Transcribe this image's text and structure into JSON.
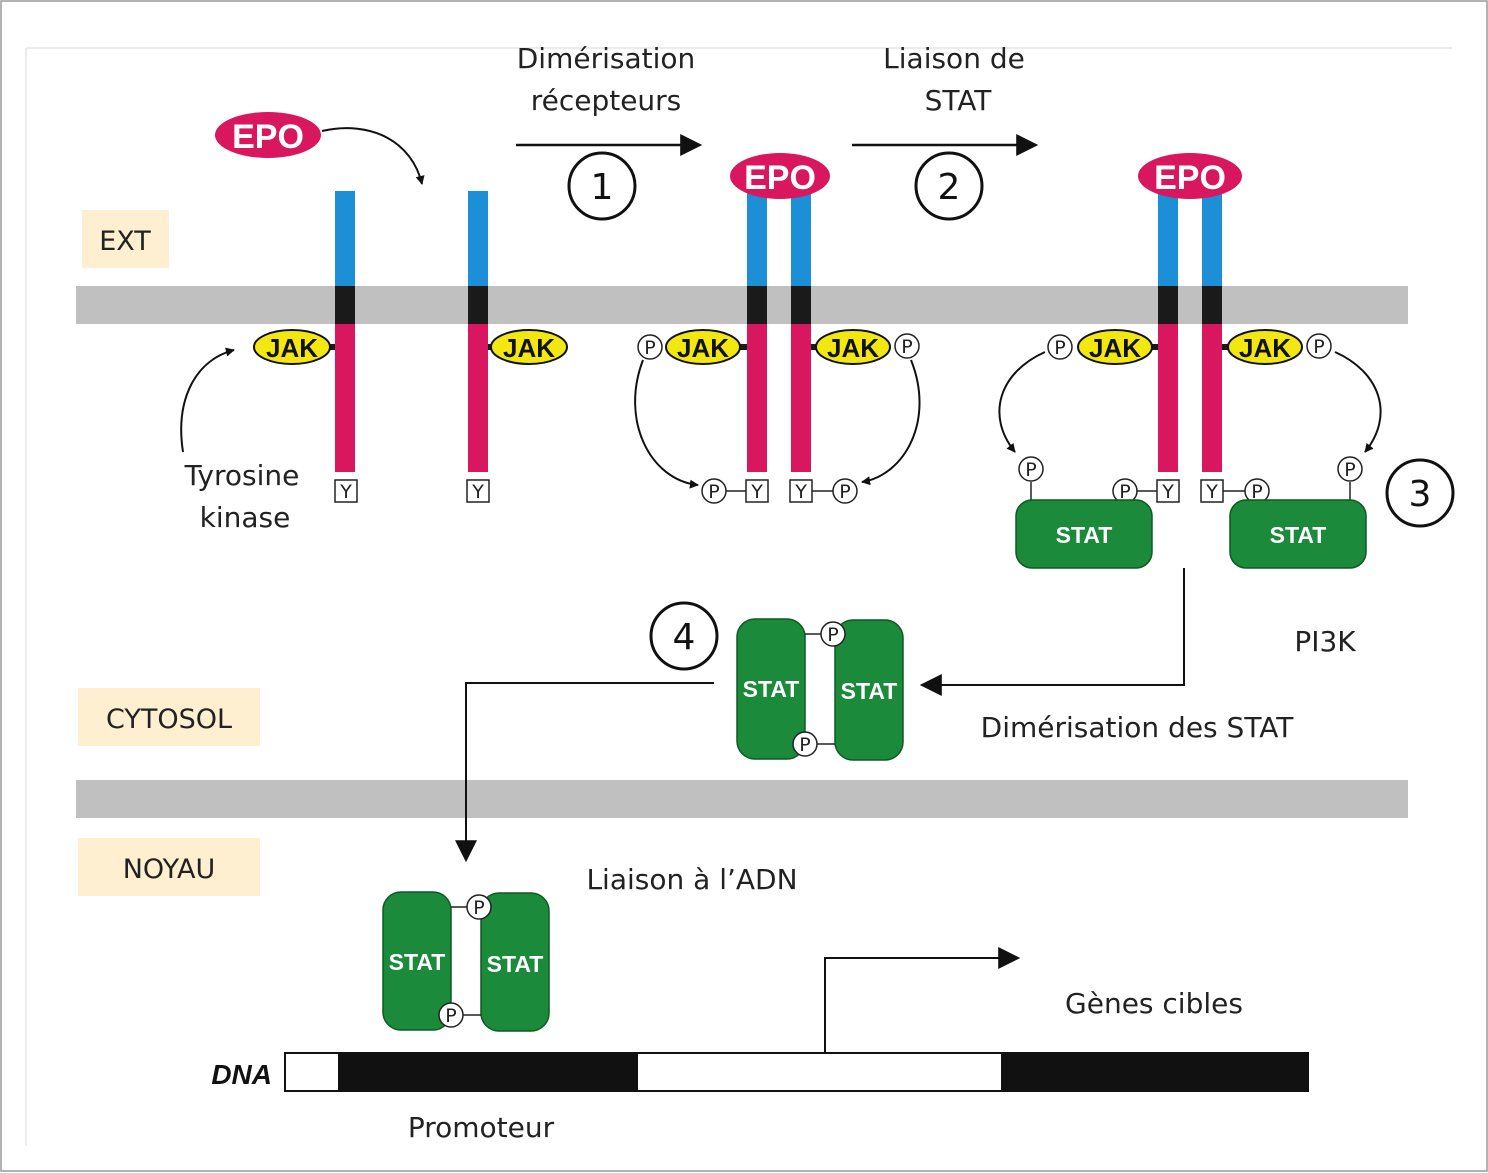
{
  "compartments": {
    "ext": "EXT",
    "cytosol": "CYTOSOL",
    "noyau": "NOYAU"
  },
  "ligand": "EPO",
  "kinase": "JAK",
  "phospho": "P",
  "tyrosine_residue": "Y",
  "stat": "STAT",
  "steps": {
    "step1": {
      "number": "1",
      "line1": "Dimérisation",
      "line2": "récepteurs"
    },
    "step2": {
      "number": "2",
      "line1": "Liaison de",
      "line2": "STAT"
    },
    "step3": {
      "number": "3"
    },
    "step4": {
      "number": "4"
    }
  },
  "labels": {
    "tyrosine_kinase_line1": "Tyrosine",
    "tyrosine_kinase_line2": "kinase",
    "pi3k": "PI3K",
    "stat_dimerisation": "Dimérisation des STAT",
    "dna_binding": "Liaison à l’ADN",
    "target_genes": "Gènes cibles",
    "dna": "DNA",
    "promoter": "Promoteur"
  },
  "colors": {
    "epo": "#d8175f",
    "receptor_extracellular": "#1c8fd6",
    "receptor_intracellular": "#d8175f",
    "transmembrane": "#1a1a1a",
    "jak": "#f3e712",
    "stat": "#1b8a3a",
    "membrane": "#c0c0c0",
    "compartment_box": "#fdefd0"
  }
}
